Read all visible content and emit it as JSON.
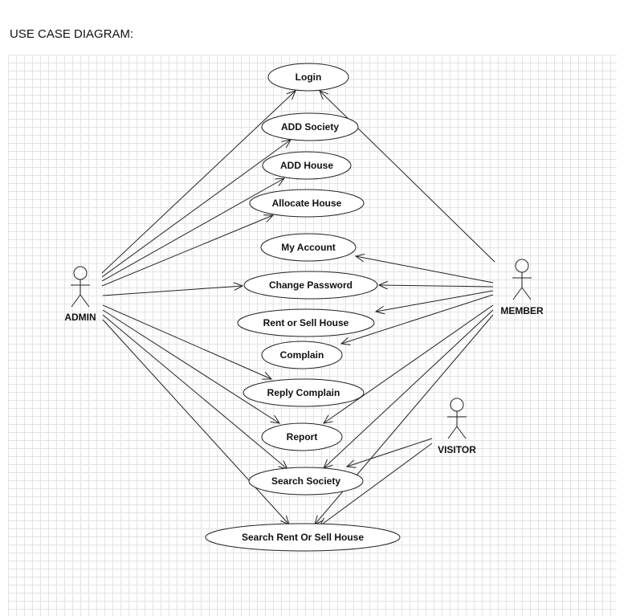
{
  "heading": "USE CASE DIAGRAM:",
  "actors": {
    "admin": "ADMIN",
    "member": "MEMBER",
    "visitor": "VISITOR"
  },
  "use_cases": {
    "login": "Login",
    "add_society": "ADD Society",
    "add_house": "ADD House",
    "allocate_house": "Allocate House",
    "my_account": "My Account",
    "change_password": "Change Password",
    "rent_or_sell_house": "Rent or Sell House",
    "complain": "Complain",
    "reply_complain": "Reply Complain",
    "report": "Report",
    "search_society": "Search Society",
    "search_rent_or_sell_house": "Search Rent Or Sell House"
  }
}
